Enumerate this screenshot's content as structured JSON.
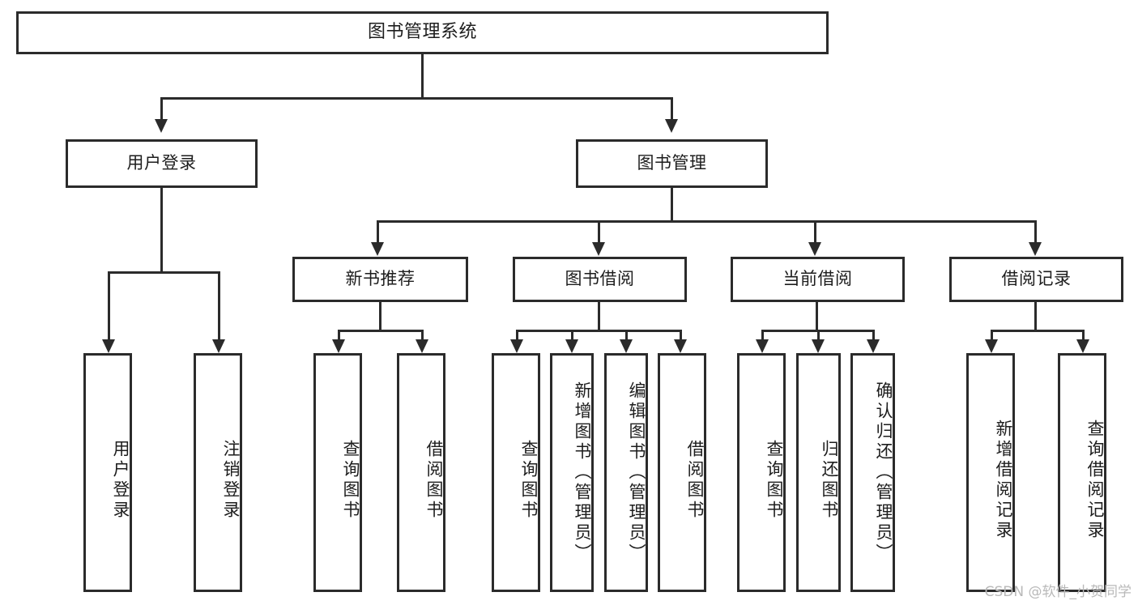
{
  "diagram": {
    "title": "图书管理系统",
    "watermark": "CSDN @软件_小贺同学",
    "colors": {
      "stroke": "#2b2b2b",
      "fill": "#ffffff",
      "text": "#1d1d1d",
      "watermark": "#b9b9b9"
    },
    "root": {
      "label": "图书管理系统"
    },
    "level2": [
      {
        "label": "用户登录"
      },
      {
        "label": "图书管理"
      }
    ],
    "level3": [
      {
        "label": "新书推荐"
      },
      {
        "label": "图书借阅"
      },
      {
        "label": "当前借阅"
      },
      {
        "label": "借阅记录"
      }
    ],
    "leaves": {
      "user_login": [
        {
          "label": "用户登录"
        },
        {
          "label": "注销登录"
        }
      ],
      "new_book": [
        {
          "label": "查询图书"
        },
        {
          "label": "借阅图书"
        }
      ],
      "book_borrow": [
        {
          "label": "查询图书"
        },
        {
          "label": "新增图书（管理员）"
        },
        {
          "label": "编辑图书（管理员）"
        },
        {
          "label": "借阅图书"
        }
      ],
      "current_borrow": [
        {
          "label": "查询图书"
        },
        {
          "label": "归还图书"
        },
        {
          "label": "确认归还（管理员）"
        }
      ],
      "borrow_record": [
        {
          "label": "新增借阅记录"
        },
        {
          "label": "查询借阅记录"
        }
      ]
    }
  }
}
